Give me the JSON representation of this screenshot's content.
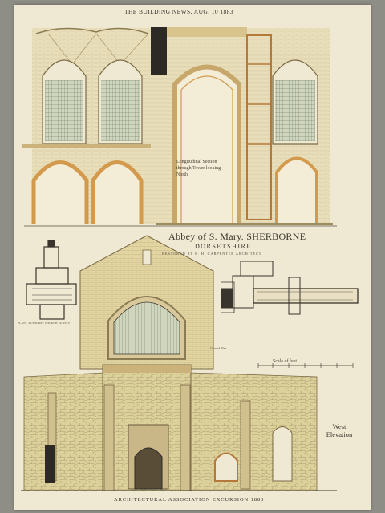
{
  "sheet": {
    "header": "THE BUILDING NEWS, AUG. 10 1883",
    "section_label": "Longitudinal Section through Tower looking North",
    "title": "Abbey of S. Mary. SHERBORNE",
    "county": "DORSETSHIRE.",
    "restored_by": "RESTORED BY R. H. CARPENTER ARCHITECT",
    "plan_label_left": "PLAN · ALTHORPE CHURCH SUNSET",
    "ground_plan_label": "Ground Plan",
    "scale_label": "Scale of feet",
    "west_elevation_label": "West Elevation",
    "footer": "ARCHITECTURAL ASSOCIATION EXCURSION 1883"
  },
  "colors": {
    "paper": "#efe8d3",
    "stone": "#e4d8a5",
    "brick_orange": "#d39a4e",
    "ink": "#3a352c",
    "window_green": "#c9d4b8"
  }
}
